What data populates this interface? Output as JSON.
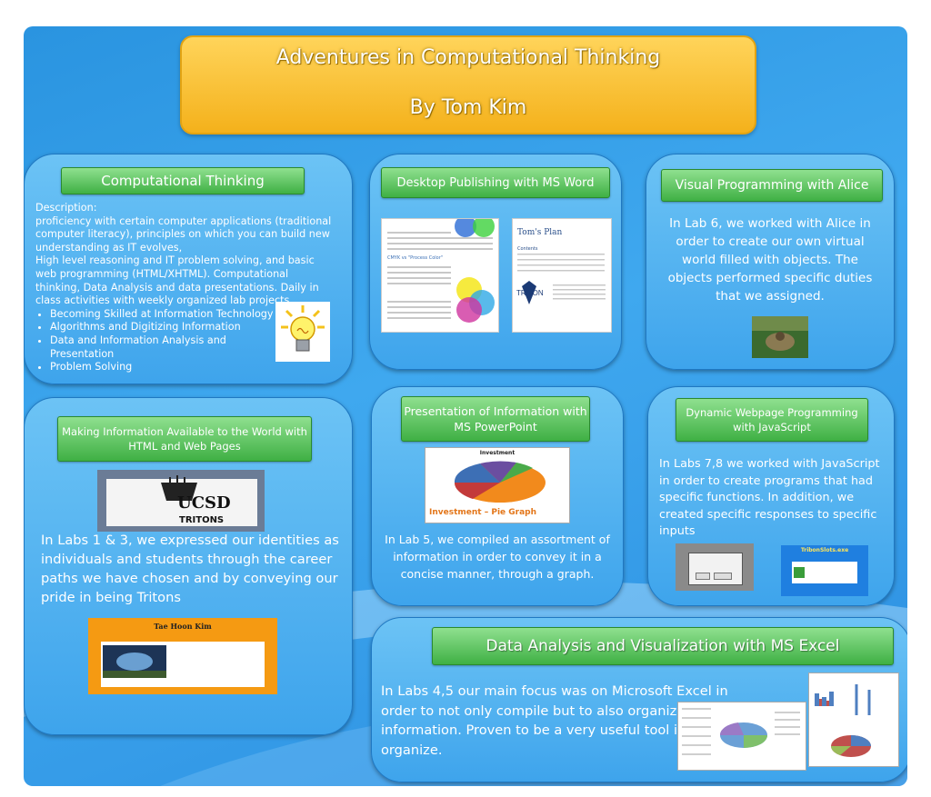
{
  "title": {
    "line1": "Adventures in Computational Thinking",
    "line2": "By Tom Kim"
  },
  "computational": {
    "header": "Computational Thinking",
    "description_label": "Description:",
    "description": "proficiency with certain computer applications (traditional computer literacy), principles on which you can build new understanding as IT evolves,",
    "description2": "High level reasoning and IT problem solving, and basic web programming (HTML/XHTML). Computational thinking, Data Analysis and data presentations. Daily in class activities with weekly organized lab projects.",
    "bullets": [
      "Becoming Skilled at Information Technology",
      "Algorithms and Digitizing Information",
      "Data and Information Analysis and Presentation",
      "Problem Solving"
    ]
  },
  "desktop": {
    "header": "Desktop Publishing with MS Word",
    "doc2_title": "Tom's Plan",
    "doc2_sub": "Contents",
    "doc1_heading": "CMYK vs \"Process Color\""
  },
  "alice": {
    "header": "Visual Programming with Alice",
    "text": "In Lab 6, we worked with Alice in order to create our own virtual world filled with objects. The objects performed specific duties that we assigned."
  },
  "html": {
    "header": "Making Information Available to the World with HTML and Web Pages",
    "text": "In Labs 1 & 3, we expressed our identities as individuals and students through the career paths we have chosen and by conveying our pride in being Tritons",
    "ucsd": "UCSD",
    "tritons": "TRITONS",
    "name_card": "Tae Hoon Kim"
  },
  "ppt": {
    "header": "Presentation of Information with MS PowerPoint",
    "text": "In Lab 5, we compiled an assortment of information in order to convey it in a concise manner, through a graph.",
    "chart_title": "Investment",
    "caption": "Investment – Pie Graph"
  },
  "js": {
    "header": "Dynamic Webpage Programming with JavaScript",
    "text": "In Labs 7,8 we worked with JavaScript in order to create programs that had specific functions. In addition, we created specific responses to specific inputs",
    "shot2_title": "TribonSlots.exe"
  },
  "excel": {
    "header": "Data Analysis and Visualization with MS Excel",
    "text": "In Labs 4,5 our main focus was on Microsoft Excel in order to not only compile but to also organize our information. Proven to be a very useful tool in helping organize."
  },
  "colors": {
    "gold": "#f4b11b",
    "green": "#3fb044",
    "blue": "#3fa8ef"
  }
}
